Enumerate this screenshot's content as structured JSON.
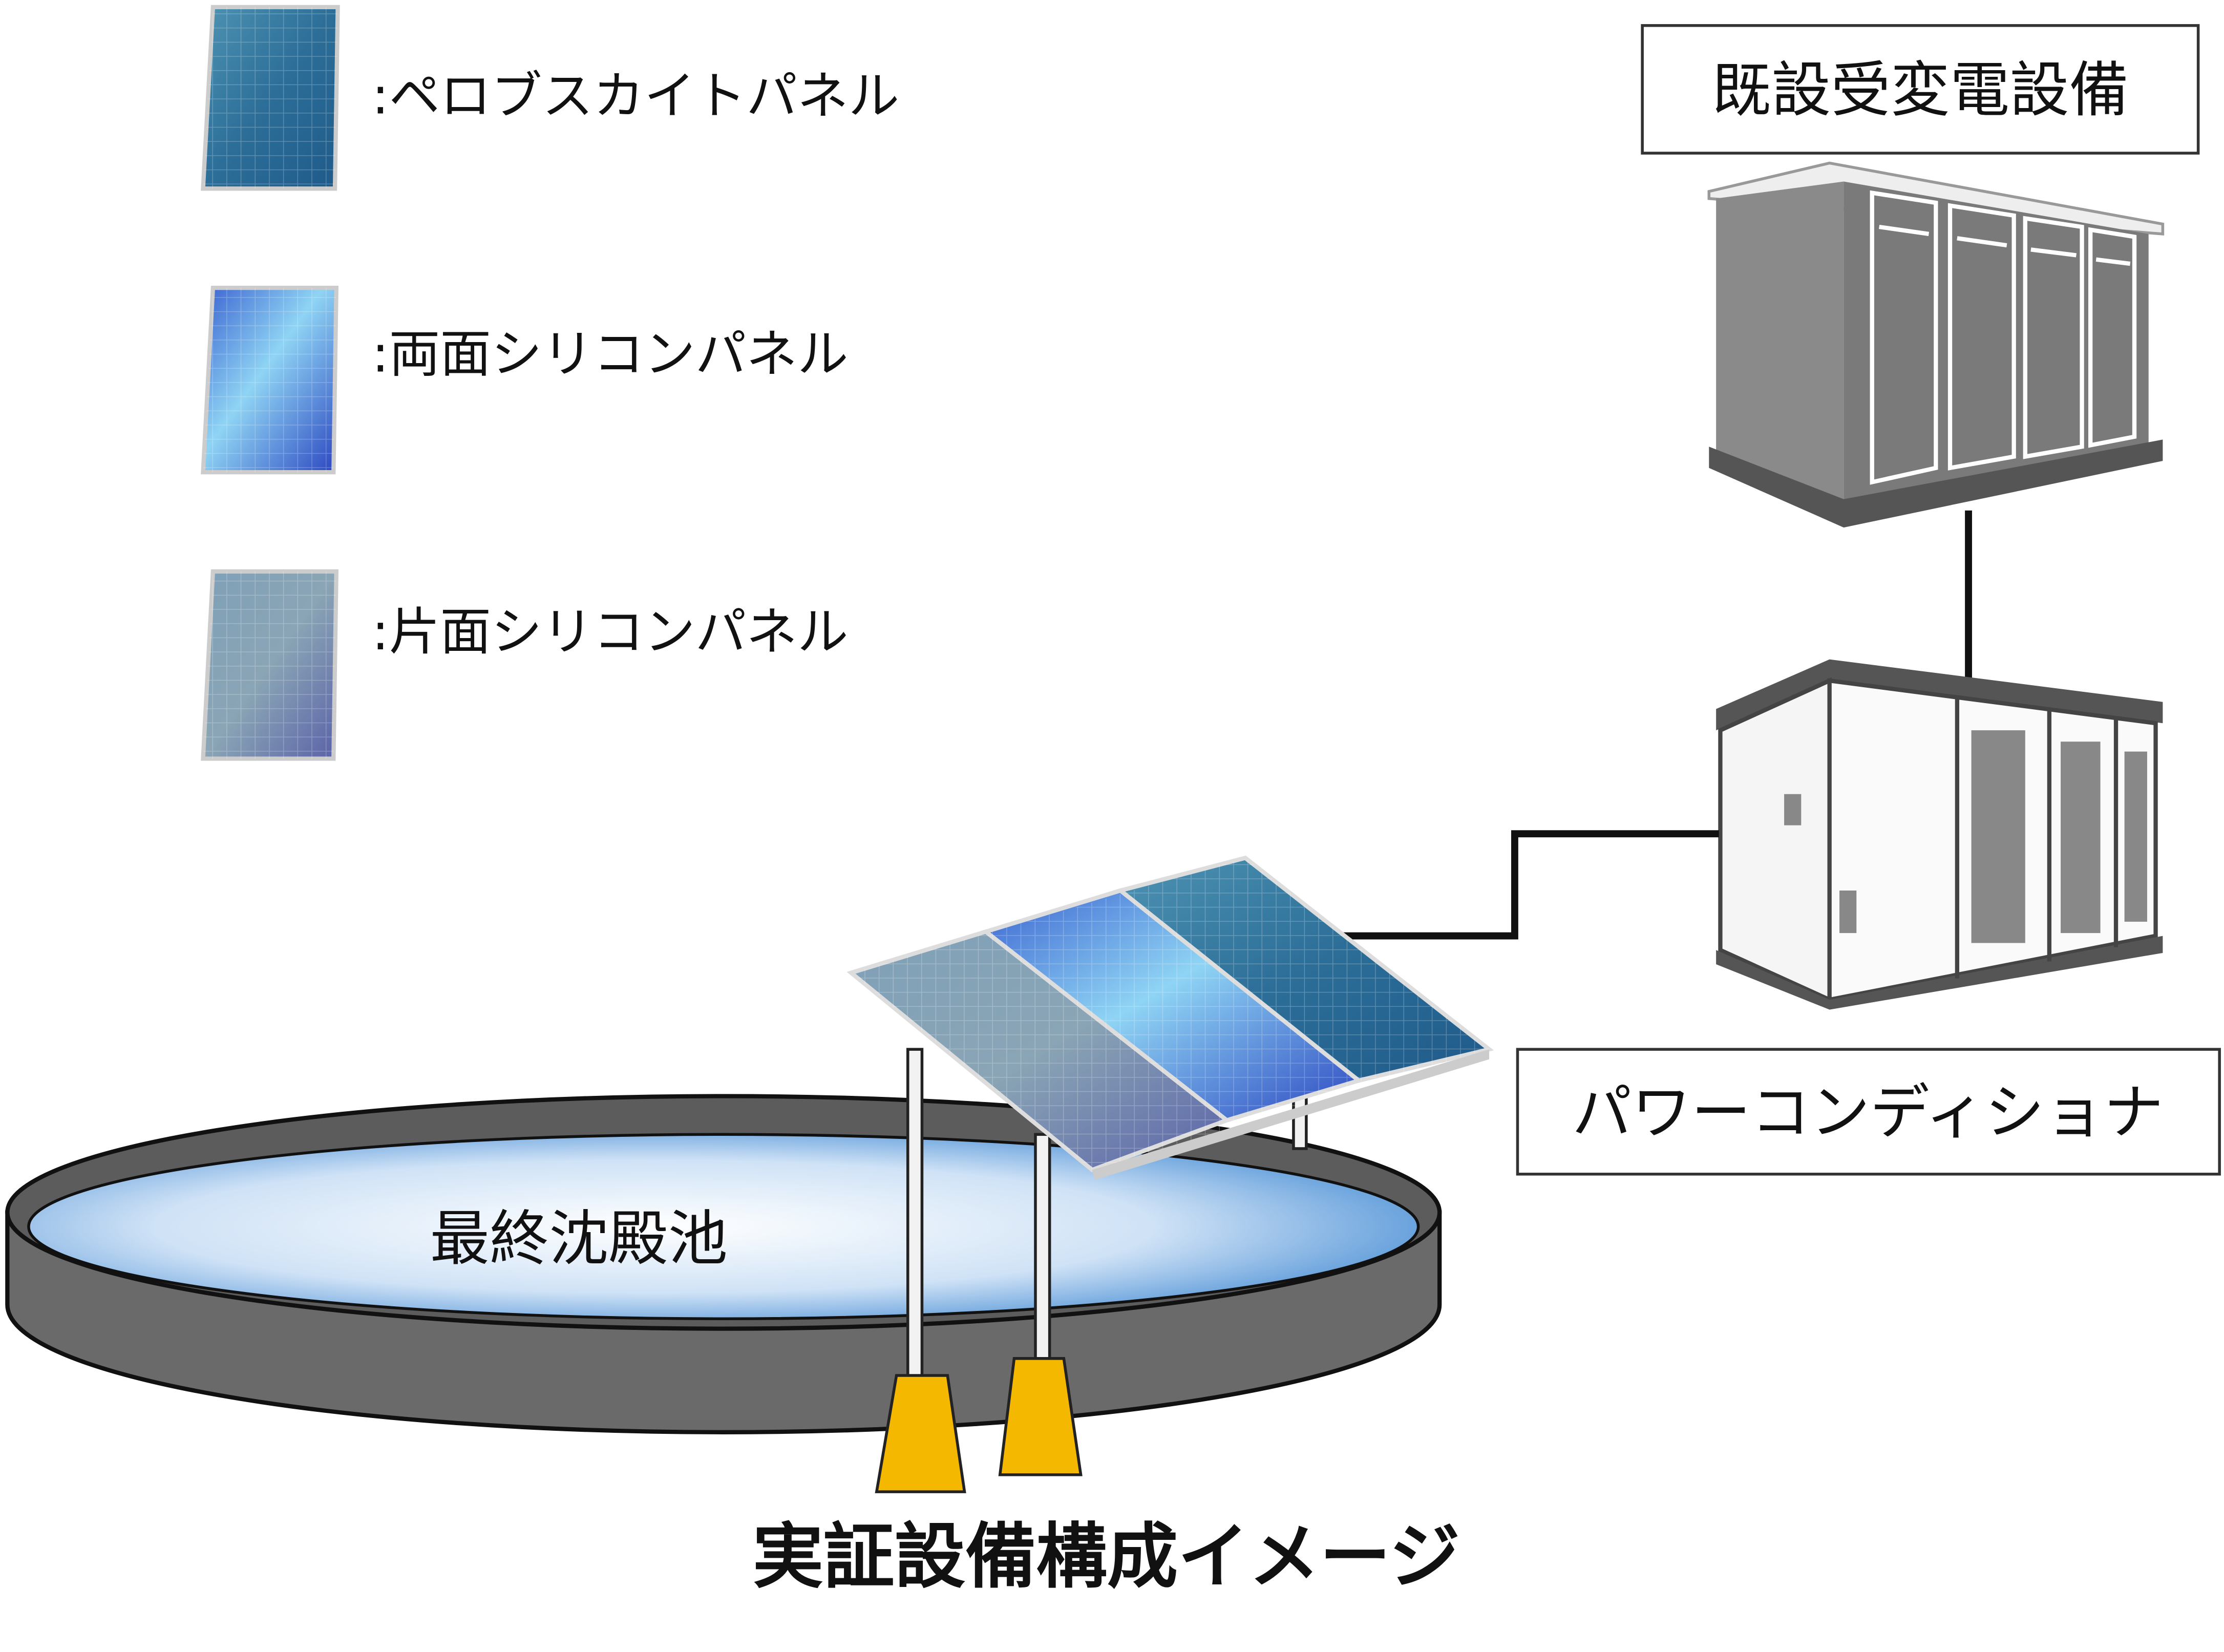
{
  "legend": [
    {
      "label": ":ペロブスカイトパネル",
      "color": "#2a6f96"
    },
    {
      "label": ":両面シリコンパネル",
      "color": "#3f7fe0"
    },
    {
      "label": ":片面シリコンパネル",
      "color": "#6f87aa"
    }
  ],
  "substation": {
    "label": "既設受変電設備"
  },
  "power_conditioner": {
    "label": "パワーコンディショナ"
  },
  "pond": {
    "label": "最終沈殿池"
  },
  "caption": "実証設備構成イメージ",
  "colors": {
    "footing": "#f5b800",
    "pond_wall": "#6a6a6a",
    "building": "#7a7a7a"
  }
}
